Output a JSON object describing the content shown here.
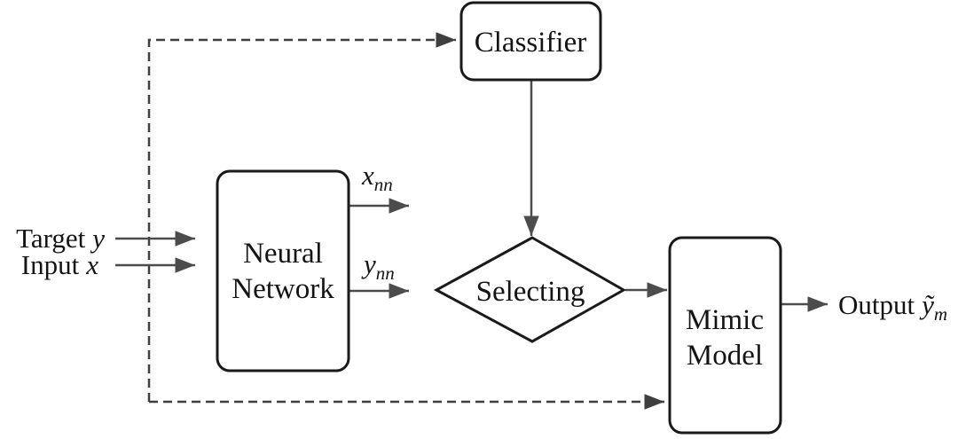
{
  "figure": {
    "background": "#ffffff",
    "colors": {
      "node_border": "#1a1a1a",
      "node_fill": "#ffffff",
      "solid_connector": "#4c4c4c",
      "dashed_connector": "#3e3e3e",
      "text": "#141414"
    },
    "nodes": {
      "classifier": {
        "label": "Classifier",
        "shape": "rounded-rect"
      },
      "neural_network": {
        "label_line1": "Neural",
        "label_line2": "Network",
        "shape": "rounded-rect"
      },
      "selecting": {
        "label": "Selecting",
        "shape": "diamond"
      },
      "mimic_model": {
        "label_line1": "Mimic",
        "label_line2": "Model",
        "shape": "rounded-rect"
      }
    },
    "labels": {
      "target": {
        "word": "Target",
        "variable": "y"
      },
      "input": {
        "word": "Input",
        "variable": "x"
      },
      "x_nn": {
        "base": "x",
        "subscript": "nn"
      },
      "y_nn": {
        "base": "y",
        "subscript": "nn"
      },
      "output": {
        "word": "Output",
        "variable": "ỹ",
        "subscript": "m"
      }
    },
    "edges": [
      {
        "from": "target-y",
        "to": "neural-network",
        "style": "solid-arrow"
      },
      {
        "from": "input-x",
        "to": "neural-network",
        "style": "solid-arrow"
      },
      {
        "from": "neural-network",
        "to": "x_nn",
        "style": "solid-arrow"
      },
      {
        "from": "neural-network",
        "to": "selecting",
        "label": "y_nn",
        "style": "solid-arrow"
      },
      {
        "from": "classifier",
        "to": "selecting",
        "style": "solid-arrow"
      },
      {
        "from": "selecting",
        "to": "mimic-model",
        "style": "solid-arrow"
      },
      {
        "from": "mimic-model",
        "to": "output",
        "style": "solid-arrow"
      },
      {
        "from": "input-tap",
        "to": "classifier",
        "style": "dashed-arrow"
      },
      {
        "from": "input-tap",
        "to": "mimic-model",
        "style": "dashed-arrow"
      }
    ]
  }
}
